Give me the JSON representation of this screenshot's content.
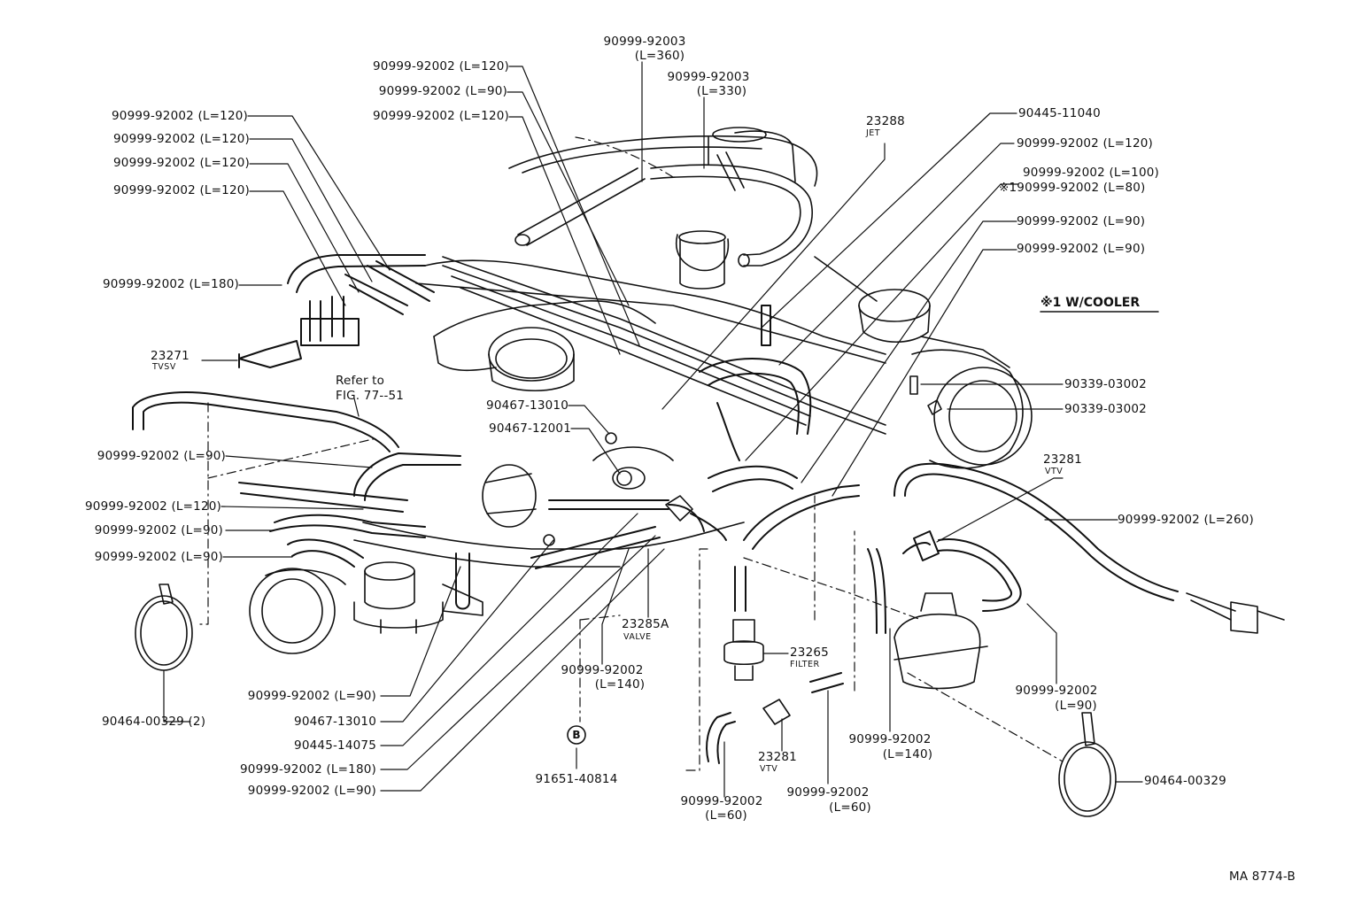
{
  "labels": {
    "l01": "90999-92003",
    "l01b": "(L=360)",
    "l02": "90999-92002 (L=120)",
    "l03": "90999-92002 (L=90)",
    "l04": "90999-92002 (L=120)",
    "l05": "90999-92003",
    "l05b": "(L=330)",
    "l06": "90999-92002 (L=120)",
    "l07": "90999-92002 (L=120)",
    "l08": "90999-92002 (L=120)",
    "l09": "90999-92002 (L=120)",
    "l10": "90999-92002 (L=180)",
    "l11": "23271",
    "l11s": "TVSV",
    "l12": "Refer to",
    "l12b": "FIG. 77--51",
    "l13": "90467-13010",
    "l14": "90467-12001",
    "l15": "23288",
    "l15s": "JET",
    "l16": "90445-11040",
    "l17": "90999-92002 (L=120)",
    "l18": "90999-92002 (L=100)",
    "l19": "※190999-92002 (L=80)",
    "l20": "90999-92002 (L=90)",
    "l21": "90999-92002 (L=90)",
    "l22": "※1 W/COOLER",
    "l23": "90339-03002",
    "l24": "90339-03002",
    "l25": "23281",
    "l25s": "VTV",
    "l26": "90999-92002 (L=260)",
    "l27": "90999-92002 (L=90)",
    "l28": "90999-92002 (L=120)",
    "l29": "90999-92002 (L=90)",
    "l30": "90999-92002 (L=90)",
    "l31": "90464-00329 (2)",
    "l32": "90999-92002 (L=90)",
    "l33": "90467-13010",
    "l34": "90445-14075",
    "l35": "90999-92002 (L=180)",
    "l36": "90999-92002 (L=90)",
    "l37": "23285A",
    "l37s": "VALVE",
    "l38": "90999-92002",
    "l38b": "(L=140)",
    "l39": "B",
    "l40": "91651-40814",
    "l41": "23265",
    "l41s": "FILTER",
    "l42": "23281",
    "l42s": "VTV",
    "l43": "90999-92002",
    "l43b": "(L=60)",
    "l44": "90999-92002",
    "l44b": "(L=60)",
    "l45": "90999-92002",
    "l45b": "(L=140)",
    "l46": "90999-92002",
    "l46b": "(L=90)",
    "l47": "90464-00329",
    "l48": "MA 8774-B"
  }
}
